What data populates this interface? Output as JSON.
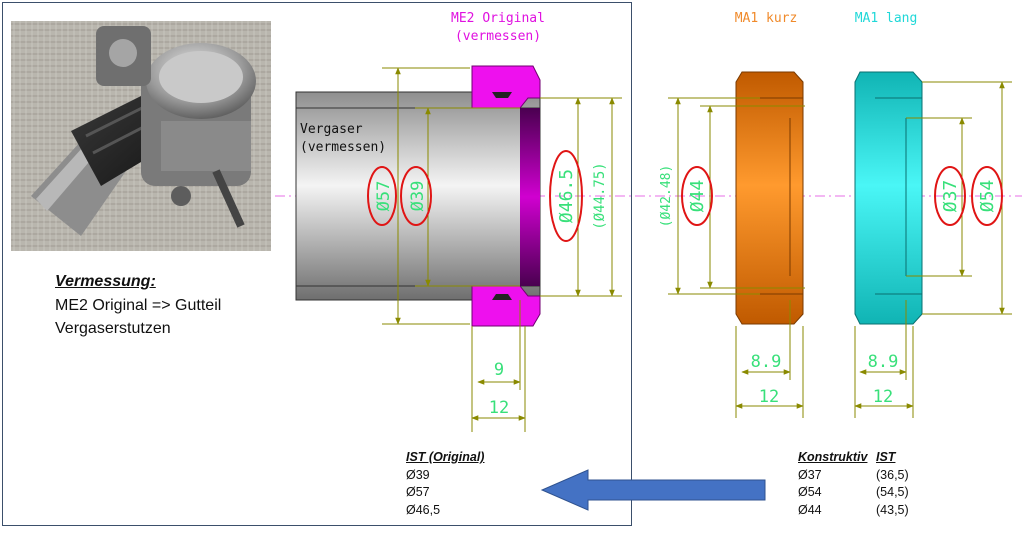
{
  "labels": {
    "me2_title_1": "ME2 Original",
    "me2_title_2": "(vermessen)",
    "ma1_kurz": "MA1 kurz",
    "ma1_lang": "MA1 lang",
    "vergaser_1": "Vergaser",
    "vergaser_2": "(vermessen)"
  },
  "dimensions": {
    "me2_d57": "Ø57",
    "me2_d39": "Ø39",
    "me2_d46_5": "Ø46.5",
    "me2_d44_75": "(Ø44.75)",
    "me2_w9": "9",
    "me2_w12": "12",
    "kurz_d42_48": "(Ø42.48)",
    "kurz_d44": "Ø44",
    "kurz_w8_9": "8.9",
    "kurz_w12": "12",
    "lang_d37": "Ø37",
    "lang_d54": "Ø54",
    "lang_w8_9": "8.9",
    "lang_w12": "12"
  },
  "measurement": {
    "heading": "Vermessung:",
    "line1": "ME2 Original => Gutteil",
    "line2": "Vergaserstutzen"
  },
  "table_ist": {
    "header": "IST (Original)",
    "rows": [
      "Ø39",
      "Ø57",
      "Ø46,5"
    ]
  },
  "table_konstruktiv": {
    "header_1": "Konstruktiv",
    "header_2": "IST",
    "rows": [
      [
        "Ø37",
        "(36,5)"
      ],
      [
        "Ø54",
        "(54,5)"
      ],
      [
        "Ø44",
        "(43,5)"
      ]
    ]
  },
  "colors": {
    "magenta": "#e0e",
    "orange": "#f07f10",
    "cyan": "#1fdcdc",
    "dim_line": "#8a8a00",
    "dim_text": "#38e07a",
    "circle": "#e01515",
    "arrow": "#4472c4",
    "frame": "#3b4f6b"
  },
  "icons": {
    "photo": "carburetor-photo",
    "arrow": "left-arrow"
  }
}
